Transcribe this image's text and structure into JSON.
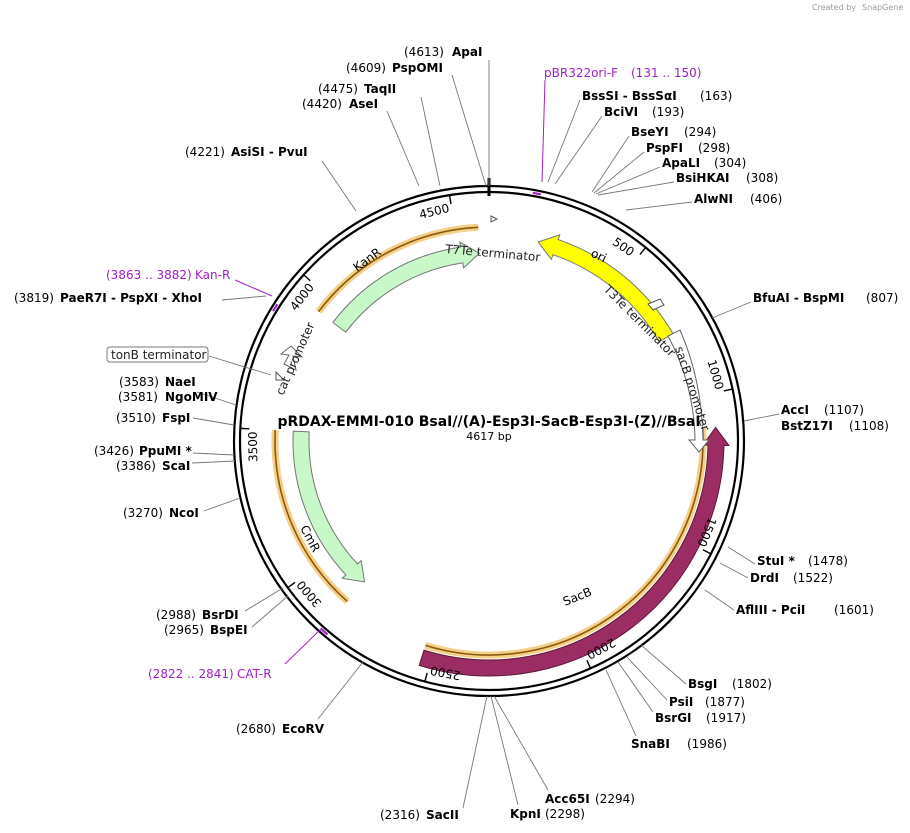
{
  "credit": {
    "text": "Created by",
    "brand": "SnapGene"
  },
  "plasmid": {
    "name": "pRDAX-EMMI-010   BsaI//(A)-Esp3I-SacB-Esp3I-(Z)//BsaI",
    "length_label": "4617 bp",
    "length": 4617
  },
  "ticks": [
    {
      "pos": 500,
      "label": "500"
    },
    {
      "pos": 1000,
      "label": "1000"
    },
    {
      "pos": 1500,
      "label": "1500"
    },
    {
      "pos": 2000,
      "label": "2000"
    },
    {
      "pos": 2500,
      "label": "2500"
    },
    {
      "pos": 3000,
      "label": "3000"
    },
    {
      "pos": 3500,
      "label": "3500"
    },
    {
      "pos": 4000,
      "label": "4000"
    },
    {
      "pos": 4500,
      "label": "4500"
    }
  ],
  "sites": [
    {
      "pos": "(4613)",
      "name": "ApaI",
      "bp": 4613
    },
    {
      "pos": "(4609)",
      "name": "PspOMI",
      "bp": 4609
    },
    {
      "pos": "(4475)",
      "name": "TaqII",
      "bp": 4475
    },
    {
      "pos": "(4420)",
      "name": "AseI",
      "bp": 4420
    },
    {
      "pos": "(4221)",
      "name": "AsiSI - PvuI",
      "bp": 4221
    },
    {
      "pos": "(163)",
      "name": "BssSI - BssSαI",
      "bp": 163
    },
    {
      "pos": "(193)",
      "name": "BciVI",
      "bp": 193
    },
    {
      "pos": "(294)",
      "name": "BseYI",
      "bp": 294
    },
    {
      "pos": "(298)",
      "name": "PspFI",
      "bp": 298
    },
    {
      "pos": "(304)",
      "name": "ApaLI",
      "bp": 304
    },
    {
      "pos": "(308)",
      "name": "BsiHKAI",
      "bp": 308
    },
    {
      "pos": "(406)",
      "name": "AlwNI",
      "bp": 406
    },
    {
      "pos": "(807)",
      "name": "BfuAI - BspMI",
      "bp": 807
    },
    {
      "pos": "(1107)",
      "name": "AccI",
      "bp": 1107
    },
    {
      "pos": "(1108)",
      "name": "BstZ17I",
      "bp": 1108
    },
    {
      "pos": "(1478)",
      "name": "StuI *",
      "bp": 1478
    },
    {
      "pos": "(1522)",
      "name": "DrdI",
      "bp": 1522
    },
    {
      "pos": "(1601)",
      "name": "AflIII - PciI",
      "bp": 1601
    },
    {
      "pos": "(1802)",
      "name": "BsgI",
      "bp": 1802
    },
    {
      "pos": "(1877)",
      "name": "PsiI",
      "bp": 1877
    },
    {
      "pos": "(1917)",
      "name": "BsrGI",
      "bp": 1917
    },
    {
      "pos": "(1986)",
      "name": "SnaBI",
      "bp": 1986
    },
    {
      "pos": "(2294)",
      "name": "Acc65I",
      "bp": 2294
    },
    {
      "pos": "(2298)",
      "name": "KpnI",
      "bp": 2298
    },
    {
      "pos": "(2316)",
      "name": "SacII",
      "bp": 2316
    },
    {
      "pos": "(2680)",
      "name": "EcoRV",
      "bp": 2680
    },
    {
      "pos": "(2988)",
      "name": "BsrDI",
      "bp": 2988
    },
    {
      "pos": "(2965)",
      "name": "BspEI",
      "bp": 2965
    },
    {
      "pos": "(3270)",
      "name": "NcoI",
      "bp": 3270
    },
    {
      "pos": "(3386)",
      "name": "ScaI",
      "bp": 3386
    },
    {
      "pos": "(3426)",
      "name": "PpuMI *",
      "bp": 3426
    },
    {
      "pos": "(3510)",
      "name": "FspI",
      "bp": 3510
    },
    {
      "pos": "(3581)",
      "name": "NgoMIV",
      "bp": 3581
    },
    {
      "pos": "(3583)",
      "name": "NaeI",
      "bp": 3583
    },
    {
      "pos": "(3819)",
      "name": "PaeR7I - PspXI - XhoI",
      "bp": 3819
    }
  ],
  "primers": [
    {
      "name": "pBR322ori-F",
      "range": "(131 .. 150)",
      "start": 131,
      "end": 150
    },
    {
      "name": "Kan-R",
      "range": "(3863 .. 3882)",
      "start": 3863,
      "end": 3882
    },
    {
      "name": "CAT-R",
      "range": "(2822 .. 2841)",
      "start": 2822,
      "end": 2841
    }
  ],
  "features": [
    {
      "name": "ori",
      "color": "#ffff00",
      "stroke": "#777777",
      "start": 178,
      "end": 766,
      "direction": "reverse"
    },
    {
      "name": "SacB",
      "color": "#9b2d64",
      "stroke": "#5a1a3a",
      "start": 1110,
      "end": 2530,
      "direction": "reverse"
    },
    {
      "name": "CmR",
      "color": "#c8f7c8",
      "stroke": "#777777",
      "start": 2840,
      "end": 3500,
      "direction": "reverse"
    },
    {
      "name": "KanR",
      "color": "#c8f7c8",
      "stroke": "#777777",
      "start": 3940,
      "end": 4580,
      "direction": "forward"
    }
  ],
  "annotations": [
    {
      "name": "T7Te terminator"
    },
    {
      "name": "T3Te terminator"
    },
    {
      "name": "sacB promoter"
    },
    {
      "name": "cat promoter"
    },
    {
      "name": "tonB terminator"
    }
  ],
  "colors": {
    "backbone": "#000000",
    "orf": "#f0c060",
    "orf_arrow": "#8a5a10",
    "primer": "#a020c8"
  }
}
